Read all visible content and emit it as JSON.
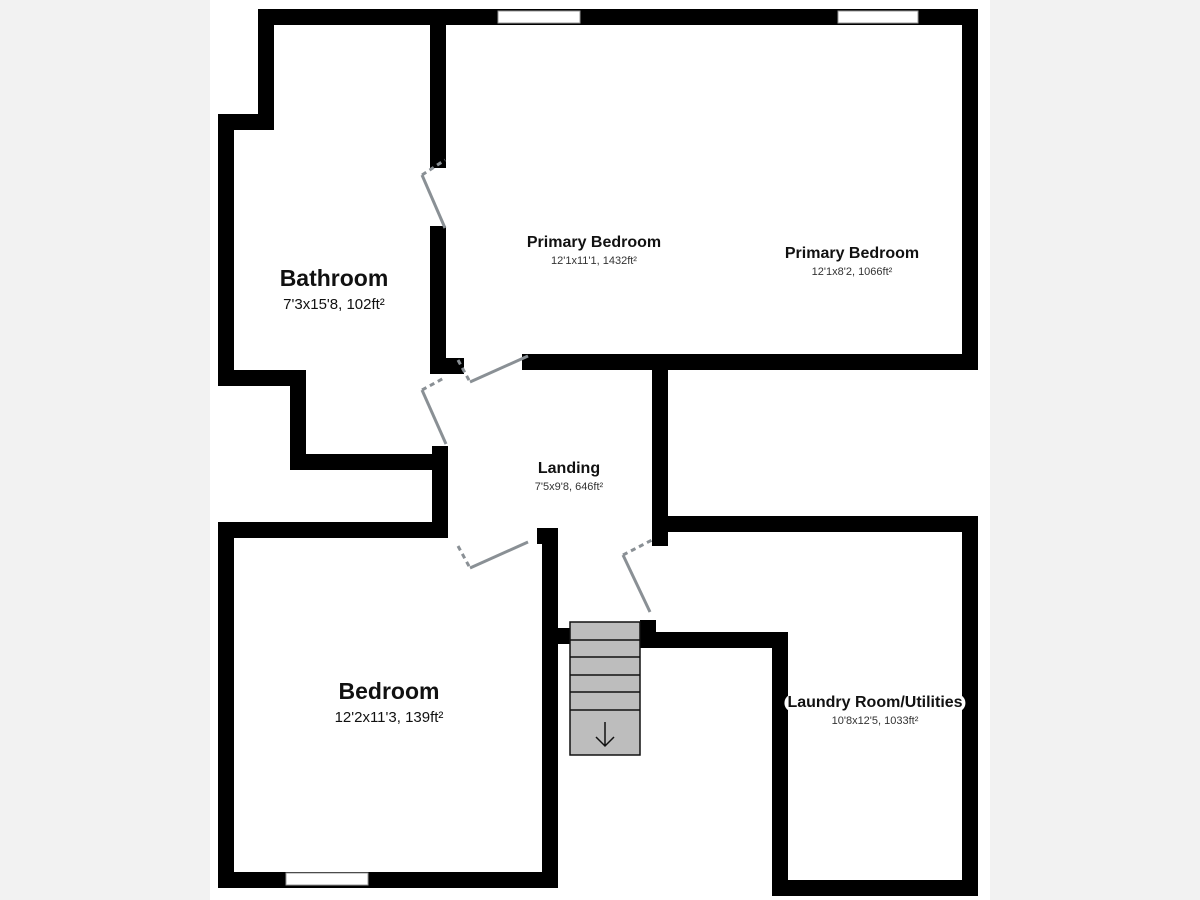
{
  "rooms": [
    {
      "name": "Bathroom",
      "dims": "7'3x15'8, 102ft²"
    },
    {
      "name": "Primary Bedroom",
      "dims": "12'1x11'1, 1432ft²"
    },
    {
      "name": "Primary Bedroom",
      "dims": "12'1x8'2, 1066ft²"
    },
    {
      "name": "Landing",
      "dims": "7'5x9'8, 646ft²"
    },
    {
      "name": "Bedroom",
      "dims": "12'2x11'3, 139ft²"
    },
    {
      "name": "Laundry Room/Utilities",
      "dims": "10'8x12'5, 1033ft²"
    }
  ],
  "colors": {
    "wall": "#000000",
    "door": "#8a9095",
    "stairs": "#bdbdbd"
  }
}
